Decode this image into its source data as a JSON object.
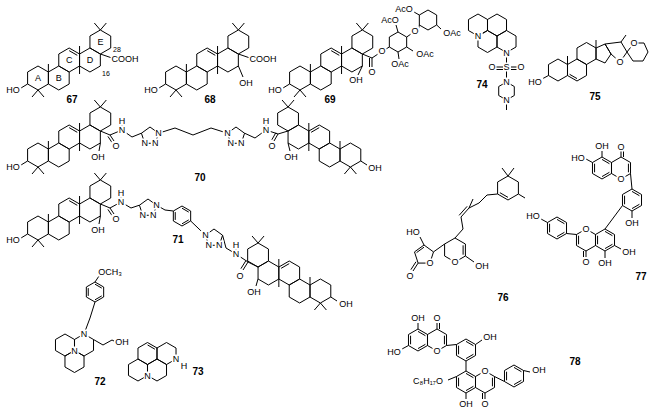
{
  "diagram": {
    "labels": [
      "HO",
      "A",
      "B",
      "C",
      "D",
      "E",
      "28",
      "COOH",
      "16",
      "67",
      "HO",
      "COOH",
      "OH",
      "68",
      "HO",
      "OH",
      "O",
      "O",
      "OAc",
      "OAc",
      "O",
      "AcO",
      "OAc",
      "AcO",
      "69",
      "N",
      "N",
      "S",
      "O",
      "O",
      "N",
      "N",
      "74",
      "HO",
      "O",
      "O",
      "75",
      "HO",
      "OH",
      "O",
      "H",
      "N",
      "N",
      "N",
      "N",
      "N",
      "N",
      "N",
      "H",
      "N",
      "O",
      "OH",
      "OH",
      "70",
      "HO",
      "OH",
      "O",
      "H",
      "N",
      "N",
      "N",
      "N",
      "N",
      "N",
      "N",
      "H",
      "N",
      "O",
      "OH",
      "OH",
      "71",
      "OCH₃",
      "N",
      "N",
      "OH",
      "72",
      "N",
      "N",
      "H",
      "73",
      "HO",
      "O",
      "O",
      "O",
      "OH",
      "76",
      "OH",
      "O",
      "HO",
      "O",
      "OH",
      "HO",
      "O",
      "OH",
      "OH",
      "O",
      "77",
      "OH",
      "O",
      "HO",
      "O",
      "OH",
      "C₈H₁₇O",
      "OH",
      "O",
      "O",
      "OH",
      "78"
    ]
  }
}
